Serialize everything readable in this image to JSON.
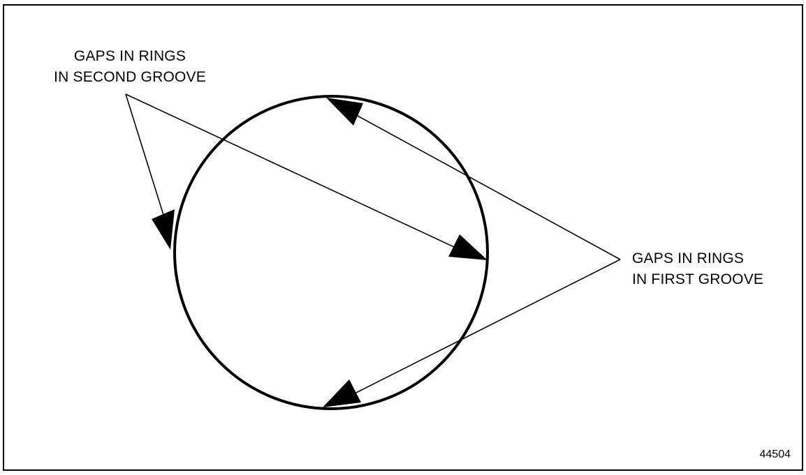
{
  "labels": {
    "second_groove": [
      "GAPS IN RINGS",
      "IN SECOND GROOVE"
    ],
    "first_groove": [
      "GAPS IN RINGS",
      "IN FIRST GROOVE"
    ]
  },
  "figure_number": "44504",
  "colors": {
    "line": "#000000",
    "background": "#ffffff"
  }
}
